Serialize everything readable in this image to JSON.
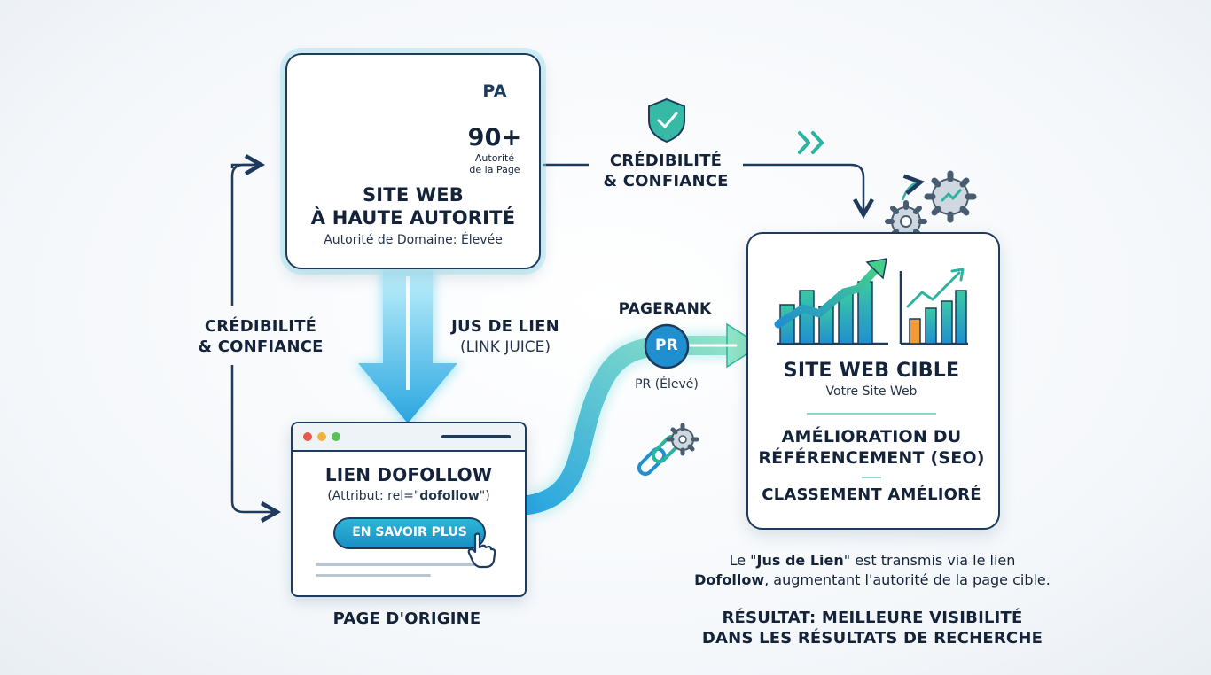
{
  "authority": {
    "pa_badge": "PA",
    "pa_score": "90+",
    "pa_caption_1": "Autorité",
    "pa_caption_2": "de la Page",
    "pa_level": 0.9,
    "title_1": "SITE WEB",
    "title_2": "À HAUTE AUTORITÉ",
    "subtitle": "Autorité de Domaine: Élevée"
  },
  "flow": {
    "credibility_top_1": "CRÉDIBILITÉ",
    "credibility_top_2": "& CONFIANCE",
    "credibility_left_1": "CRÉDIBILITÉ",
    "credibility_left_2": "& CONFIANCE",
    "link_juice_1": "JUS DE LIEN",
    "link_juice_2": "(LINK JUICE)",
    "pagerank_title": "PAGERANK",
    "pr_badge": "PR",
    "pr_caption": "PR (Élevé)"
  },
  "source": {
    "link_title": "LIEN DOFOLLOW",
    "attr_prefix": "(Attribut: rel=\"",
    "attr_value": "dofollow",
    "attr_suffix": "\")",
    "cta": "EN SAVOIR PLUS",
    "page_label": "PAGE D'ORIGINE"
  },
  "target": {
    "title": "SITE WEB CIBLE",
    "subtitle": "Votre Site Web",
    "seo_1": "AMÉLIORATION DU",
    "seo_2": "RÉFÉRENCEMENT (SEO)",
    "ranking": "CLASSEMENT AMÉLIORÉ"
  },
  "footnote": {
    "line1_pre": "Le \"",
    "line1_bold": "Jus de Lien",
    "line1_post": "\" est transmis via le lien",
    "line2_bold": "Dofollow",
    "line2_post": ", augmentant l'autorité de la page cible.",
    "result_1": "RÉSULTAT: MEILLEURE VISIBILITÉ",
    "result_2": "DANS LES RÉSULTATS DE RECHERCHE"
  },
  "colors": {
    "navy": "#1e3a5c",
    "teal": "#2bb5a0",
    "cyan": "#3fc6e6",
    "orange": "#f29a38",
    "star": "#f5b731"
  },
  "icons": [
    "star-icon",
    "building-icon",
    "shield-check-icon",
    "double-chevron-icon",
    "gear-icon",
    "bar-chart-icon",
    "chain-link-icon",
    "hand-cursor-icon"
  ]
}
